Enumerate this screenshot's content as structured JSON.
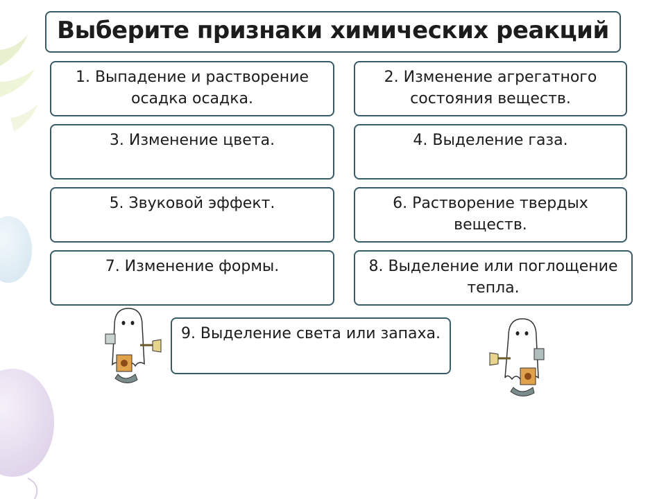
{
  "title": "Выберите признаки химических реакций",
  "items": [
    "1.  Выпадение и растворение осадка осадка.",
    "2.  Изменение агрегатного состояния веществ.",
    "3.  Изменение цвета.",
    "4.  Выделение газа.",
    "5.  Звуковой эффект.",
    "6.  Растворение твердых веществ.",
    "7.  Изменение формы.",
    "8.  Выделение или поглощение тепла.",
    "9.  Выделение света или запаха."
  ],
  "colors": {
    "border": "#355c68",
    "text": "#1c1c1c",
    "background": "#ffffff"
  },
  "icons": [
    "ghost-with-lantern-icon",
    "ghost-with-lantern-icon"
  ]
}
